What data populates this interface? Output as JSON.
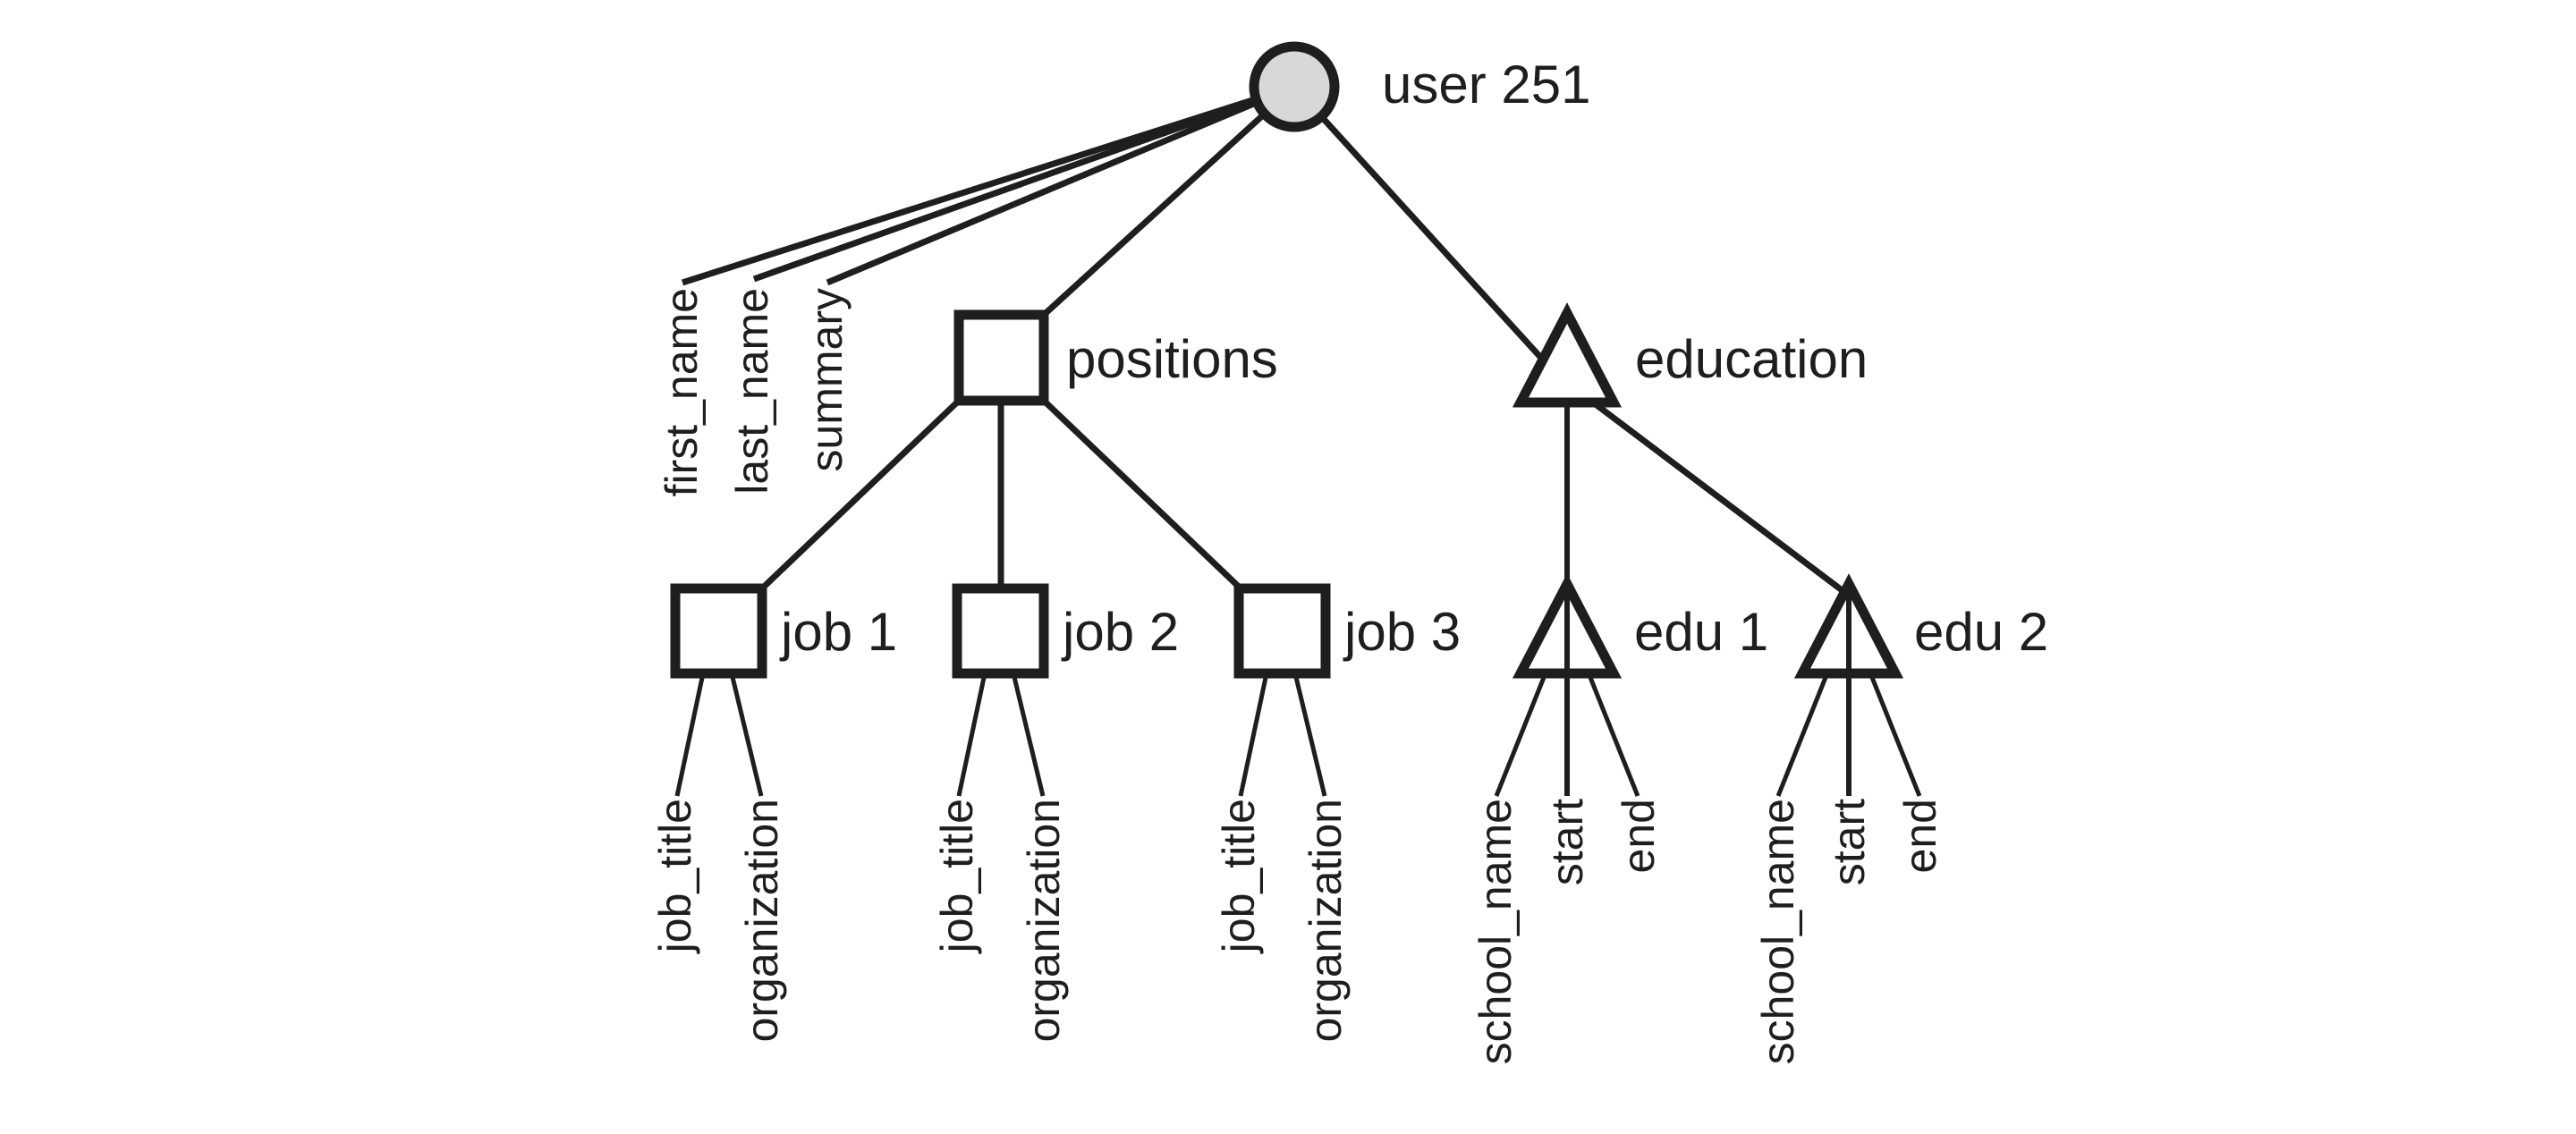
{
  "colors": {
    "ink": "#1e1e1c",
    "root_fill": "#d8d8d8",
    "shape_fill": "#ffffff",
    "background": "#ffffff"
  },
  "tree": {
    "root": {
      "label": "user 251",
      "shape": "circle",
      "attributes": [
        "first_name",
        "last_name",
        "summary"
      ]
    },
    "branches": [
      {
        "label": "positions",
        "shape": "square",
        "children": [
          {
            "label": "job 1",
            "shape": "square",
            "attributes": [
              "job_title",
              "organization"
            ]
          },
          {
            "label": "job 2",
            "shape": "square",
            "attributes": [
              "job_title",
              "organization"
            ]
          },
          {
            "label": "job 3",
            "shape": "square",
            "attributes": [
              "job_title",
              "organization"
            ]
          }
        ]
      },
      {
        "label": "education",
        "shape": "triangle",
        "children": [
          {
            "label": "edu 1",
            "shape": "triangle",
            "attributes": [
              "school_name",
              "start",
              "end"
            ]
          },
          {
            "label": "edu 2",
            "shape": "triangle",
            "attributes": [
              "school_name",
              "start",
              "end"
            ]
          }
        ]
      }
    ]
  }
}
